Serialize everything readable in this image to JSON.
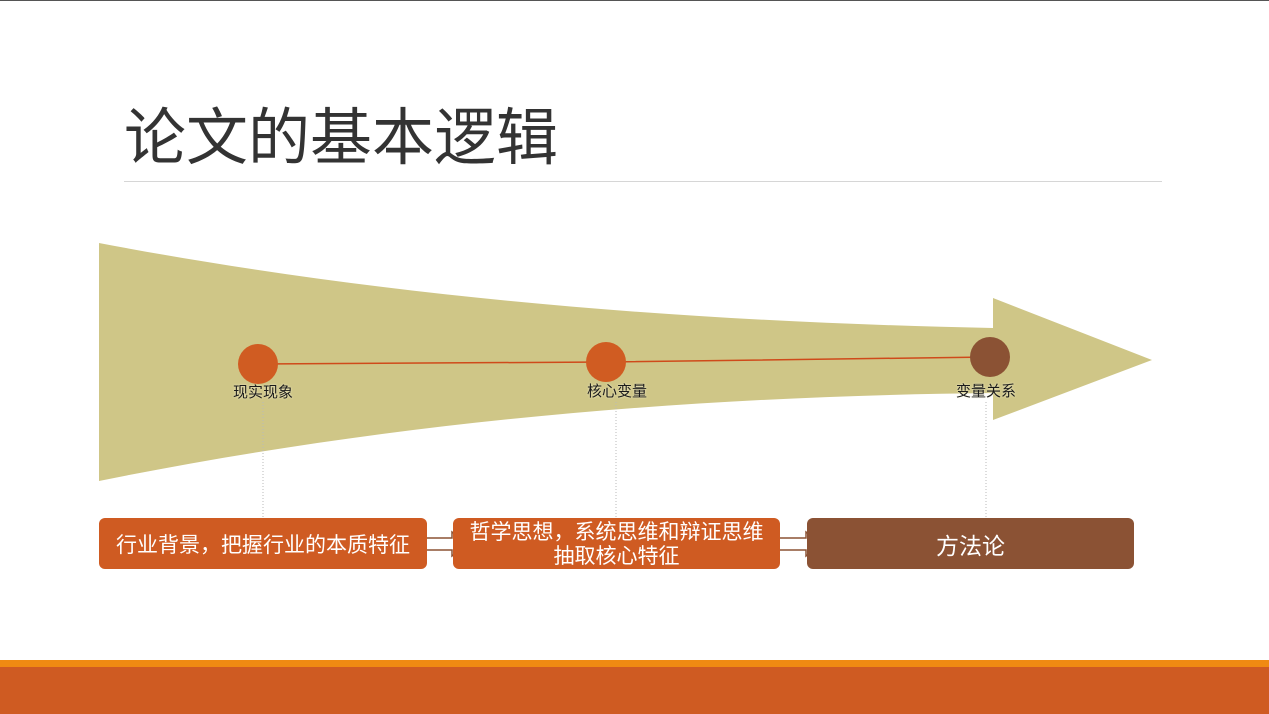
{
  "slide": {
    "title": "论文的基本逻辑"
  },
  "nodes": [
    {
      "label": "现实现象",
      "color": "#d05c22"
    },
    {
      "label": "核心变量",
      "color": "#d05c22"
    },
    {
      "label": "变量关系",
      "color": "#8b5234"
    }
  ],
  "boxes": [
    {
      "text": "行业背景，把握行业的本质特征",
      "color": "#cf5b22"
    },
    {
      "text": "哲学思想，系统思维和辩证思维抽取核心特征",
      "color": "#cf5b22"
    },
    {
      "text": "方法论",
      "color": "#8b5234"
    }
  ],
  "colors": {
    "arrow": "#cfc687",
    "connector": "#cf4a1a",
    "accent_stripe": "#f08a12",
    "footer": "#cf5b22"
  }
}
